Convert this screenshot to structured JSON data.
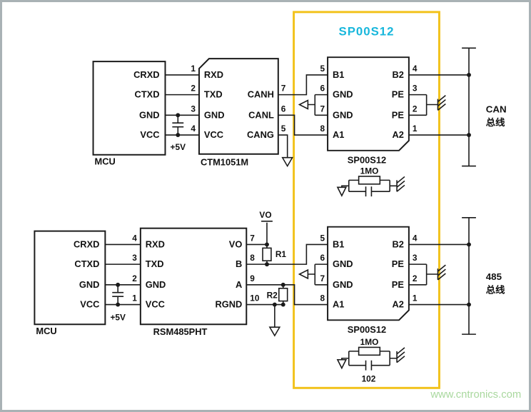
{
  "highlight": {
    "title": "SP00S12"
  },
  "watermark": "www.cntronics.com",
  "colors": {
    "highlight_box": "#F2C21B",
    "highlight_title": "#18B7DC",
    "watermark": "#A9D89E",
    "line": "#1A1A1A"
  },
  "can": {
    "mcu": {
      "name": "MCU",
      "pins": [
        "CRXD",
        "CTXD",
        "GND",
        "VCC"
      ]
    },
    "supply": "+5V",
    "xcvr": {
      "name": "CTM1051M",
      "left": [
        {
          "n": "1",
          "l": "RXD"
        },
        {
          "n": "2",
          "l": "TXD"
        },
        {
          "n": "3",
          "l": "GND"
        },
        {
          "n": "4",
          "l": "VCC"
        }
      ],
      "right": [
        {
          "n": "7",
          "l": "CANH"
        },
        {
          "n": "6",
          "l": "CANL"
        },
        {
          "n": "5",
          "l": "CANG"
        }
      ]
    },
    "prot": {
      "name": "SP00S12",
      "left": [
        {
          "n": "5",
          "l": "B1"
        },
        {
          "n": "6",
          "l": "GND"
        },
        {
          "n": "7",
          "l": "GND"
        },
        {
          "n": "8",
          "l": "A1"
        }
      ],
      "right": [
        {
          "n": "4",
          "l": "B2"
        },
        {
          "n": "3",
          "l": "PE"
        },
        {
          "n": "2",
          "l": "PE"
        },
        {
          "n": "1",
          "l": "A2"
        }
      ]
    },
    "rc": {
      "r": "1MO"
    },
    "bus": [
      "CAN",
      "总线"
    ]
  },
  "rs485": {
    "mcu": {
      "name": "MCU",
      "pins": [
        "CRXD",
        "CTXD",
        "GND",
        "VCC"
      ]
    },
    "supply": "+5V",
    "xcvr": {
      "name": "RSM485PHT",
      "left": [
        {
          "n": "4",
          "l": "RXD"
        },
        {
          "n": "3",
          "l": "TXD"
        },
        {
          "n": "2",
          "l": "GND"
        },
        {
          "n": "1",
          "l": "VCC"
        }
      ],
      "right": [
        {
          "n": "7",
          "l": "VO"
        },
        {
          "n": "8",
          "l": "B"
        },
        {
          "n": "9",
          "l": "A"
        },
        {
          "n": "10",
          "l": "RGND"
        }
      ]
    },
    "vo": "VO",
    "r1": "R1",
    "r2": "R2",
    "prot": {
      "name": "SP00S12",
      "left": [
        {
          "n": "5",
          "l": "B1"
        },
        {
          "n": "6",
          "l": "GND"
        },
        {
          "n": "7",
          "l": "GND"
        },
        {
          "n": "8",
          "l": "A1"
        }
      ],
      "right": [
        {
          "n": "4",
          "l": "B2"
        },
        {
          "n": "3",
          "l": "PE"
        },
        {
          "n": "2",
          "l": "PE"
        },
        {
          "n": "1",
          "l": "A2"
        }
      ]
    },
    "rc": {
      "r": "1MO",
      "c": "102"
    },
    "bus": [
      "485",
      "总线"
    ]
  }
}
